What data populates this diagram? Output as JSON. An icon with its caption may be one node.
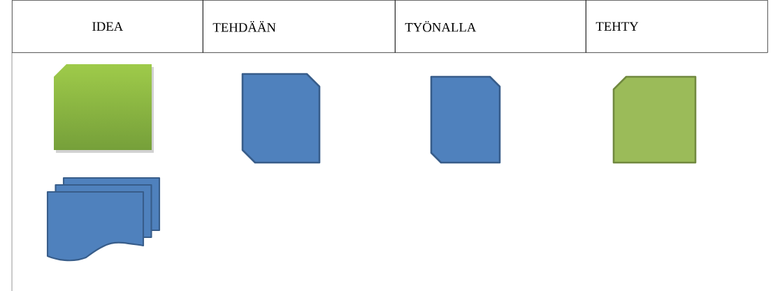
{
  "diagram": {
    "nodes": [
      {
        "text": [
          "IDEA"
        ]
      },
      {
        "text": [
          "TEHDÄÄN"
        ]
      },
      {
        "text": [
          "TYÖNALLA"
        ]
      },
      {
        "text": [
          "TEHTY"
        ]
      },
      {
        "text": [],
        "shape": "card"
      },
      {
        "text": [],
        "shape": "card"
      },
      {
        "text": [],
        "shape": "card"
      },
      {
        "text": [],
        "shape": "card"
      },
      {
        "text": [],
        "shape": "documents"
      }
    ]
  }
}
